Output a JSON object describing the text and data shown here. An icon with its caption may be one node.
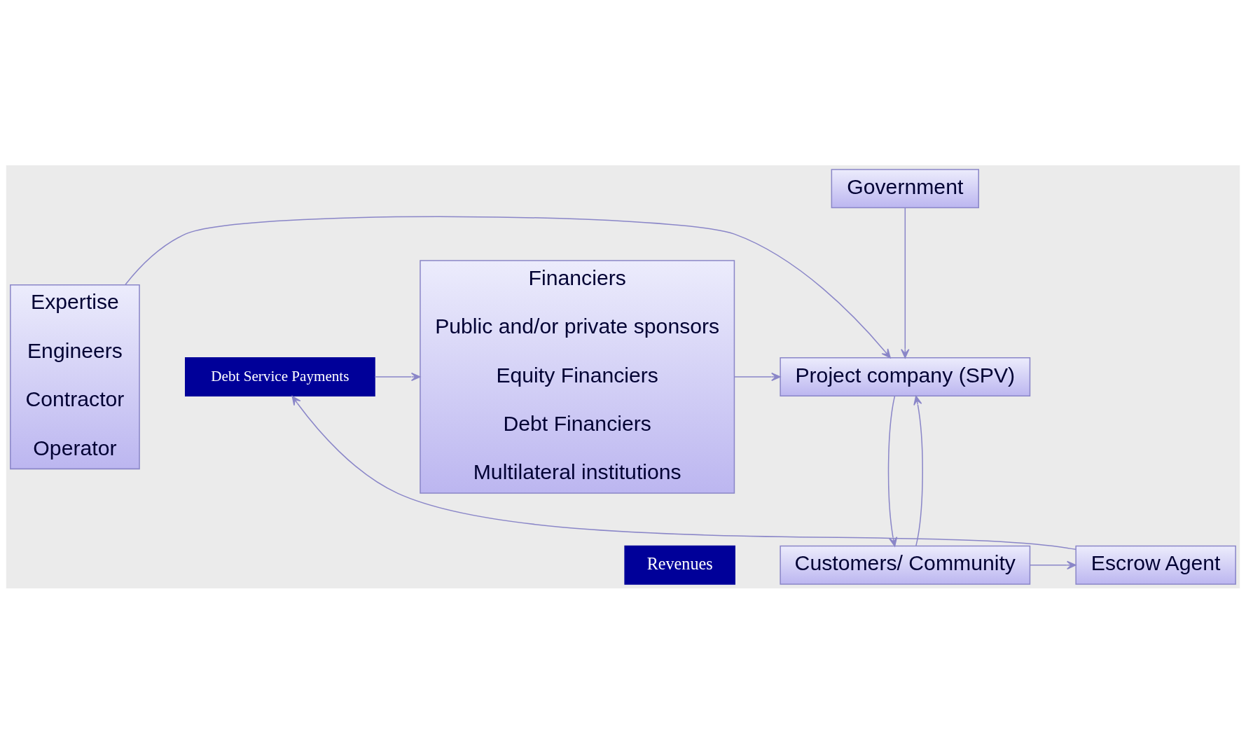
{
  "diagram": {
    "nodes": [
      {
        "text": [
          "Financiers",
          "Public and/or private sponsors",
          "Equity Financiers",
          "Debt Financiers",
          "Multilateral institutions"
        ]
      },
      {
        "text": [
          "Government"
        ]
      },
      {
        "text": [
          "Project company (SPV)"
        ]
      },
      {
        "text": [
          "Expertise",
          "Engineers",
          "Contractor",
          "Operator"
        ]
      },
      {
        "text": [
          "Debt Service Payments"
        ]
      },
      {
        "text": [
          "Revenues"
        ]
      },
      {
        "text": [
          "Customers/ Community"
        ]
      },
      {
        "text": [
          "Escrow Agent"
        ]
      }
    ],
    "edges": [
      {
        "from": 1,
        "to": 2,
        "arrow": "to"
      },
      {
        "from": 0,
        "to": 2,
        "arrow": "to"
      },
      {
        "from": 3,
        "to": 2,
        "arrow": "to"
      },
      {
        "from": 2,
        "to": 6,
        "arrow": "to"
      },
      {
        "from": 6,
        "to": 2,
        "arrow": "to"
      },
      {
        "from": 6,
        "to": 7,
        "arrow": "to"
      },
      {
        "from": 7,
        "to": 4,
        "arrow": "to"
      },
      {
        "from": 4,
        "to": 0,
        "arrow": "to"
      }
    ]
  }
}
